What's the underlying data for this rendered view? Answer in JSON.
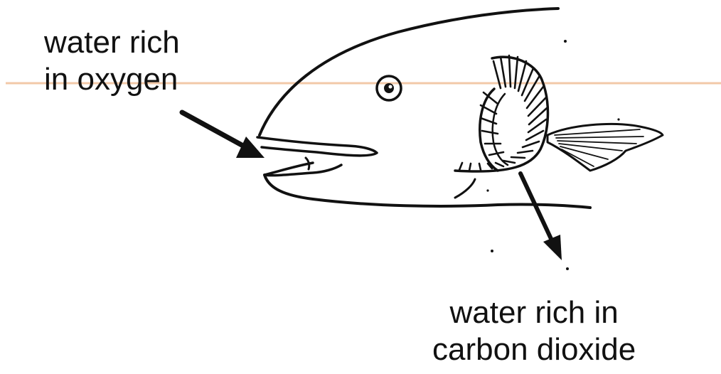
{
  "labels": {
    "inflow": {
      "line1": "water rich",
      "line2": "in oxygen"
    },
    "outflow": {
      "line1": "water rich in",
      "line2": "carbon dioxide"
    }
  },
  "colors": {
    "ink": "#111111",
    "background": "#ffffff",
    "guide_line": "#f2c9a8"
  },
  "icons": {
    "fish": "fish-head-drawing",
    "gill": "gill-filaments",
    "eye": "fish-eye",
    "fin": "pectoral-fin",
    "arrow_in": "arrow-into-mouth",
    "arrow_out": "arrow-from-gills"
  }
}
